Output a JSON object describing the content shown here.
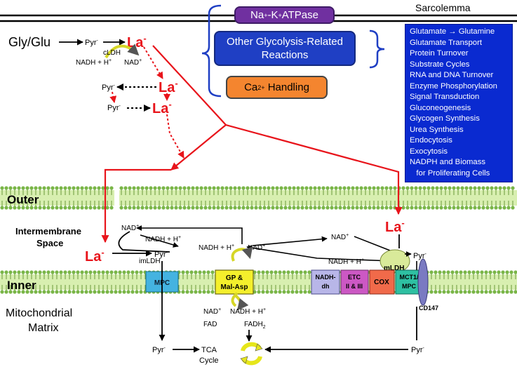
{
  "header": {
    "sarcolemma": "Sarcolemma"
  },
  "atpase": {
    "main": "Na",
    "sup1": "+",
    "dash": "-K",
    "sup2": "+",
    "rest": "ATPase"
  },
  "glycolysis_box": {
    "line1": "Other Glycolysis-Related",
    "line2": "Reactions"
  },
  "calcium_box": {
    "main": "Ca",
    "sup": "2+",
    "rest": " Handling"
  },
  "processes": [
    "Glutamate → Glutamine",
    "Glutamate Transport",
    "Protein Turnover",
    "Substrate Cycles",
    "RNA and DNA Turnover",
    "Enzyme Phosphorylation",
    "Signal Transduction",
    "Gluconeogenesis",
    "Glycogen Synthesis",
    "Urea Synthesis",
    "Endocytosis",
    "Exocytosis",
    "NADPH and Biomass",
    "   for Proliferating Cells"
  ],
  "cytosol": {
    "substrate": "Gly/Glu",
    "pyr": "Pyr",
    "minus": "-",
    "la": "La",
    "cldh": "cLDH",
    "nadh_h": "NADH + H",
    "nad": "NAD",
    "plus": "+"
  },
  "regions": {
    "outer": "Outer",
    "intermembrane_1": "Intermembrane",
    "intermembrane_2": "Space",
    "inner": "Inner",
    "matrix_1": "Mitochondrial",
    "matrix_2": "Matrix"
  },
  "intermembrane": {
    "imldh": "imLDH",
    "nadh_h": "NADH + H",
    "nad": "NAD",
    "plus": "+"
  },
  "transporters": {
    "mpc": "MPC",
    "gp1": "GP &",
    "gp2": "Mal-Asp",
    "nadh1": "NADH-",
    "nadh2": "dh",
    "etc1": "ETC",
    "etc2": "II & III",
    "cox": "COX",
    "mct1": "MCT1/",
    "mct2": "MPC",
    "mldh": "mLDH",
    "cd147": "CD147"
  },
  "matrix": {
    "nad": "NAD",
    "fad": "FAD",
    "nadh_h": "NADH + H",
    "fadh": "FADH",
    "fadh_sub": "2",
    "tca1": "TCA",
    "tca2": "Cycle",
    "pyr": "Pyr",
    "plus": "+",
    "minus": "-"
  }
}
